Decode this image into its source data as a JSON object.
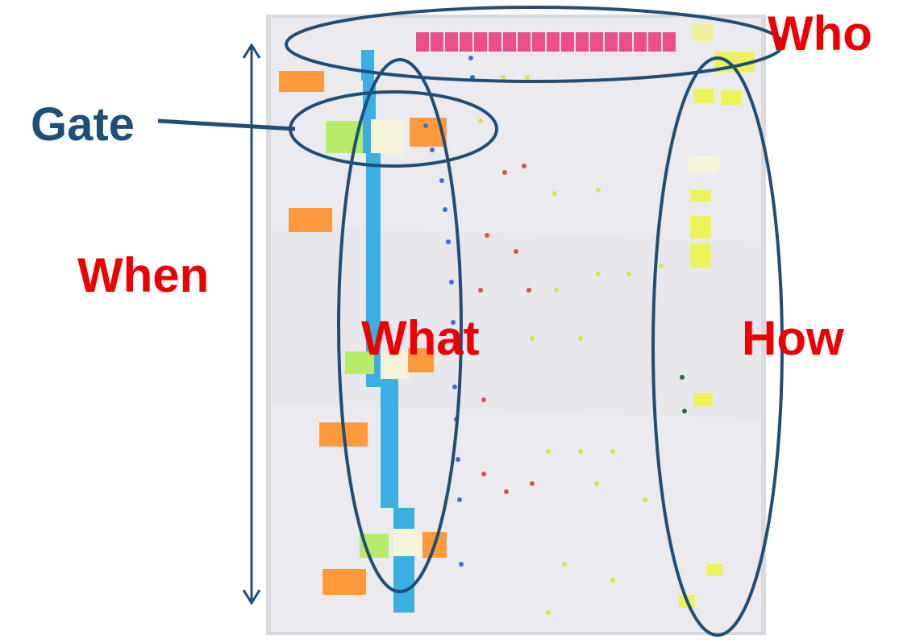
{
  "labels": {
    "who": "Who",
    "gate": "Gate",
    "when": "When",
    "what": "What",
    "how": "How"
  },
  "colors": {
    "label_red": "#ee0000",
    "label_blue": "#1f4e79",
    "outline_blue": "#1f4e79",
    "poster_paper": "#e9e9ed",
    "note_blue": "#3ab0e2",
    "note_pink": "#ee4d8c",
    "note_orange": "#ff9a3c",
    "note_yellow": "#ecf25a",
    "note_green": "#b6ec6a",
    "dot_red": "#d9534f",
    "dot_yellow": "#d7e34a",
    "dot_blue": "#3b6fd1"
  }
}
